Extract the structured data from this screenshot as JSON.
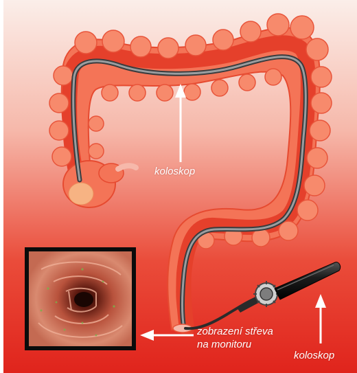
{
  "labels": {
    "colonoscope_center": "koloskop",
    "monitor_line1": "zobrazení střeva",
    "monitor_line2": "na monitoru",
    "colonoscope_right": "koloskop"
  },
  "colors": {
    "background_top": "#fbe7e1",
    "background_bottom": "#e0241c",
    "colon_outer": "#f26b4f",
    "colon_inner": "#e53a26",
    "colonoscope_tube": "#6c6f72",
    "handle": "#1a1a1a",
    "label_text": "#ffffff"
  },
  "icons": {
    "colon": "colon-illustration",
    "endoscope_view": "monitor-intestine-view",
    "handle": "colonoscope-handle"
  }
}
